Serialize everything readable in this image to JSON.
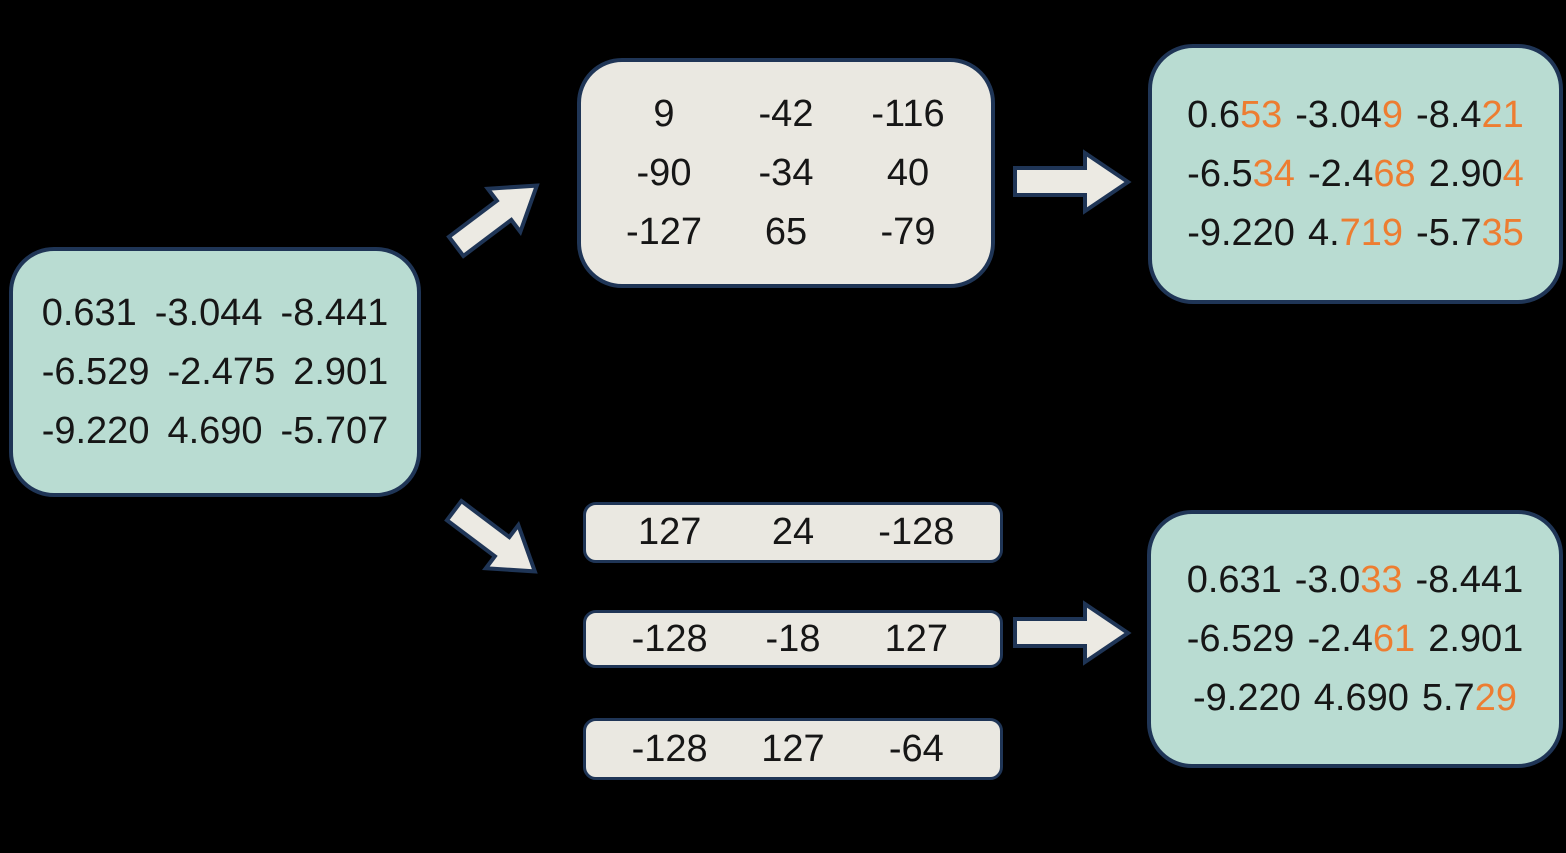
{
  "colors": {
    "background": "#000000",
    "box_teal": "#b9dcd2",
    "box_gray": "#eae8e1",
    "arrow_fill": "#eceae3",
    "border_navy": "#1f3556",
    "digit_black": "#161616",
    "highlight_orange": "#ed7d31"
  },
  "icons": {
    "quantize_per_tensor": "block-arrow-up-right",
    "quantize_per_row": "block-arrow-down-right",
    "dequantize_top": "block-arrow-right",
    "dequantize_bottom": "block-arrow-right"
  },
  "fp_matrix": {
    "rows": [
      [
        "0.631",
        "-3.044",
        "-8.441"
      ],
      [
        "-6.529",
        "-2.475",
        "2.901"
      ],
      [
        "-9.220",
        "4.690",
        "-5.707"
      ]
    ]
  },
  "per_tensor": {
    "int_rows": [
      [
        "9",
        "-42",
        "-116"
      ],
      [
        "-90",
        "-34",
        "40"
      ],
      [
        "-127",
        "65",
        "-79"
      ]
    ],
    "dequant_rows": [
      [
        {
          "pre": "0.6",
          "hl": "53"
        },
        {
          "pre": "-3.04",
          "hl": "9"
        },
        {
          "pre": "-8.4",
          "hl": "21"
        }
      ],
      [
        {
          "pre": "-6.5",
          "hl": "34"
        },
        {
          "pre": "-2.4",
          "hl": "68"
        },
        {
          "pre": "2.90",
          "hl": "4"
        }
      ],
      [
        {
          "pre": "-9.220",
          "hl": ""
        },
        {
          "pre": "4.",
          "hl": "719"
        },
        {
          "pre": "-5.7",
          "hl": "35"
        }
      ]
    ]
  },
  "per_row": {
    "int_rows": [
      [
        "127",
        "24",
        "-128"
      ],
      [
        "-128",
        "-18",
        "127"
      ],
      [
        "-128",
        "127",
        "-64"
      ]
    ],
    "dequant_rows": [
      [
        {
          "pre": "0.631",
          "hl": ""
        },
        {
          "pre": "-3.0",
          "hl": "33"
        },
        {
          "pre": "-8.441",
          "hl": ""
        }
      ],
      [
        {
          "pre": "-6.529",
          "hl": ""
        },
        {
          "pre": "-2.4",
          "hl": "61"
        },
        {
          "pre": "2.901",
          "hl": ""
        }
      ],
      [
        {
          "pre": "-9.220",
          "hl": ""
        },
        {
          "pre": "4.690",
          "hl": ""
        },
        {
          "pre": "5.7",
          "hl": "29"
        }
      ]
    ]
  }
}
